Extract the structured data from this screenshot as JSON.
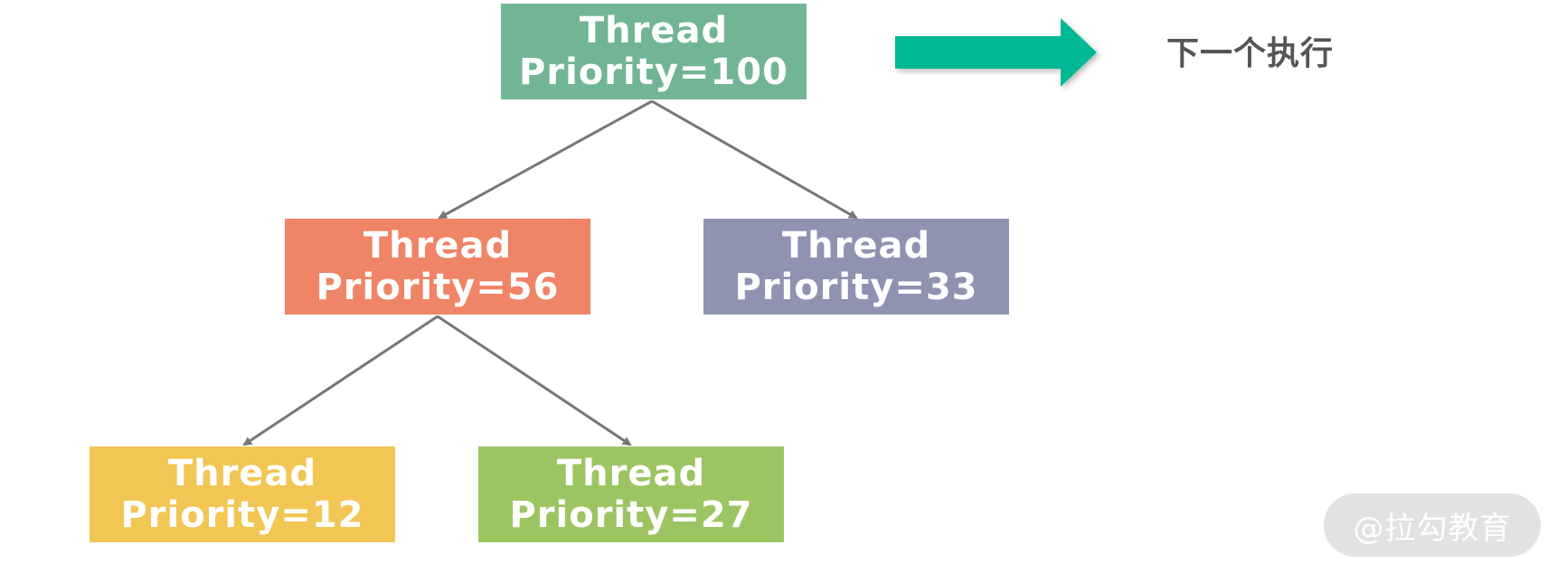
{
  "colors": {
    "root": "#72b594",
    "left": "#f08466",
    "right": "#8f92b0",
    "leftLeft": "#f2c654",
    "leftRight": "#9cc562",
    "edge": "#777777",
    "arrow": "#00b894"
  },
  "nodes": {
    "root": {
      "line1": "Thread",
      "line2": "Priority=100"
    },
    "left": {
      "line1": "Thread",
      "line2": "Priority=56"
    },
    "right": {
      "line1": "Thread",
      "line2": "Priority=33"
    },
    "left_left": {
      "line1": "Thread",
      "line2": "Priority=12"
    },
    "left_right": {
      "line1": "Thread",
      "line2": "Priority=27"
    }
  },
  "next_label": "下一个执行",
  "watermark": "@拉勾教育"
}
